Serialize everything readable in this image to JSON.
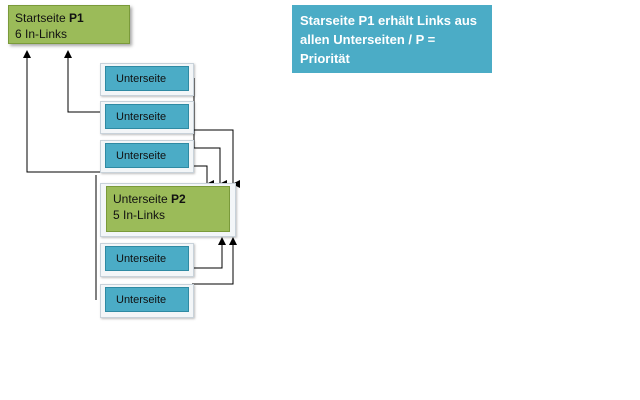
{
  "p1": {
    "title_prefix": "Startseite ",
    "title_bold": "P1",
    "links": "6 In-Links"
  },
  "p2": {
    "title_prefix": "Unterseite ",
    "title_bold": "P2",
    "links": "5 In-Links"
  },
  "subpages": [
    "Unterseite",
    "Unterseite",
    "Unterseite",
    "Unterseite",
    "Unterseite"
  ],
  "note": "Starseite P1 erhält Links aus allen Unterseiten / P = Priorität",
  "colors": {
    "green": "#9bbb59",
    "blue": "#4bacc6",
    "line": "#000000"
  }
}
